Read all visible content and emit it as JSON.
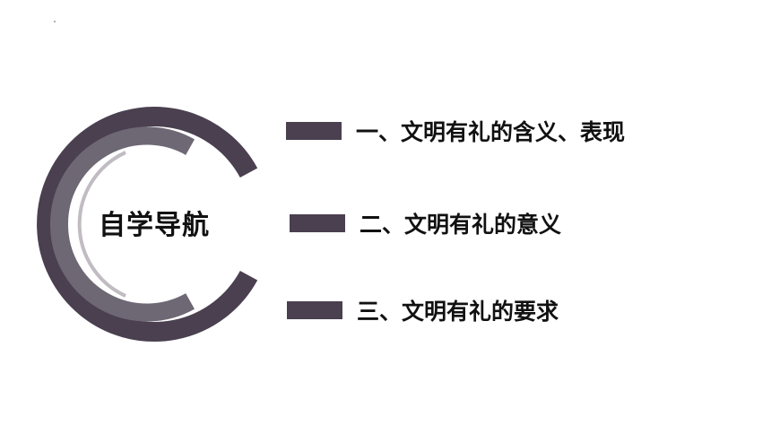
{
  "center_title": "自学导航",
  "nav_items": [
    {
      "label": "一、文明有礼的含义、表现"
    },
    {
      "label": "二、文明有礼的意义"
    },
    {
      "label": "三、文明有礼的要求"
    }
  ],
  "colors": {
    "outer_arc": "#4a4050",
    "inner_arc": "#6e6874",
    "bar": "#4a4050",
    "text": "#111111",
    "background": "#ffffff"
  }
}
